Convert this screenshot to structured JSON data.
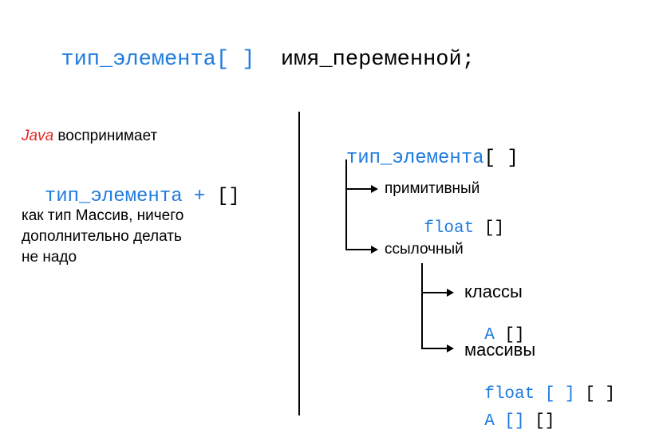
{
  "declaration": {
    "type_part": "тип_элемента[ ]",
    "name_part": "имя_переменной;"
  },
  "left": {
    "java_word": "Java",
    "java_rest": " воспринимает",
    "expr_blue": "тип_элемента + ",
    "expr_black": "[]",
    "desc_lines": [
      "как тип Массив, ничего",
      "дополнительно делать",
      "не надо"
    ]
  },
  "right": {
    "root_blue": "тип_элемента",
    "root_black": "[ ]",
    "primitive_label": "примитивный",
    "primitive_example_blue": "float",
    "primitive_example_black": " []",
    "reference_label": "ссылочный",
    "classes_label": "классы",
    "classes_example_blue": "A",
    "classes_example_black": " []",
    "arrays_label": "массивы",
    "arrays_example1_blue": "float [ ]",
    "arrays_example1_black": " [ ]",
    "arrays_example2_blue": "A []",
    "arrays_example2_black": " []"
  },
  "colors": {
    "keyword_blue": "#1e7be0",
    "java_red": "#e8251f",
    "text": "#000000"
  }
}
